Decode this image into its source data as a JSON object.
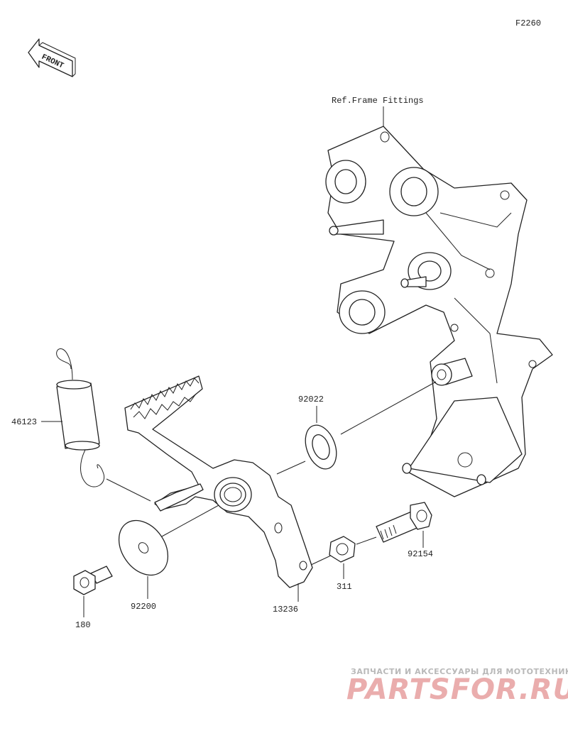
{
  "diagram": {
    "code": "F2260",
    "reference": "Ref.Frame Fittings",
    "front_label": "FRONT",
    "part_numbers": {
      "spring": "46123",
      "washer_upper": "92022",
      "bolt_long": "92154",
      "nut": "311",
      "pedal": "13236",
      "washer_large": "92200",
      "bolt_short": "180"
    }
  },
  "watermark": {
    "tagline": "ЗАПЧАСТИ И АКСЕССУАРЫ ДЛЯ МОТОТЕХНИКИ",
    "brand": "PARTSFOR.RU",
    "color": "#d96b6b"
  }
}
